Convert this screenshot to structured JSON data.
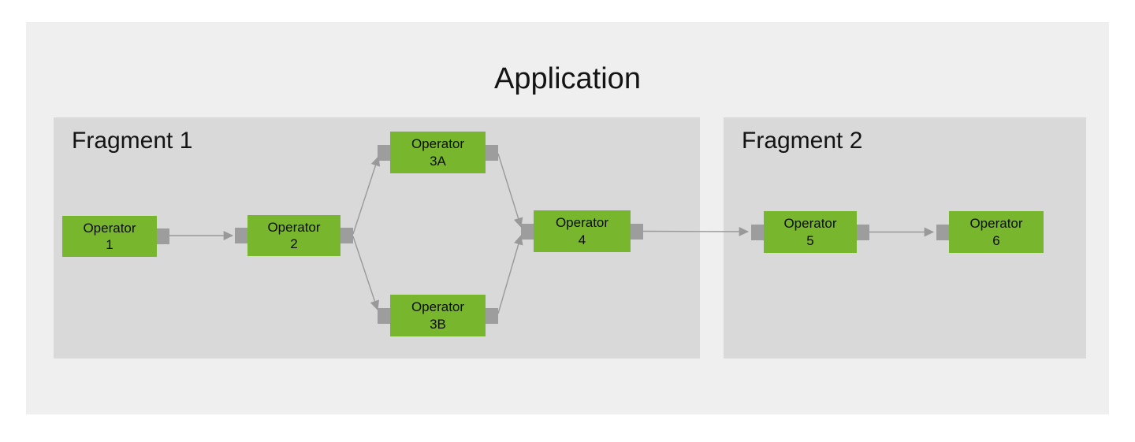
{
  "application": {
    "title": "Application",
    "fragments": [
      {
        "label": "Fragment 1",
        "operators": [
          {
            "line1": "Operator",
            "line2": "1"
          },
          {
            "line1": "Operator",
            "line2": "2"
          },
          {
            "line1": "Operator",
            "line2": "3A"
          },
          {
            "line1": "Operator",
            "line2": "3B"
          },
          {
            "line1": "Operator",
            "line2": "4"
          }
        ]
      },
      {
        "label": "Fragment 2",
        "operators": [
          {
            "line1": "Operator",
            "line2": "5"
          },
          {
            "line1": "Operator",
            "line2": "6"
          }
        ]
      }
    ]
  },
  "connections": [
    {
      "from": "Operator 1",
      "to": "Operator 2"
    },
    {
      "from": "Operator 2",
      "to": "Operator 3A"
    },
    {
      "from": "Operator 2",
      "to": "Operator 3B"
    },
    {
      "from": "Operator 3A",
      "to": "Operator 4"
    },
    {
      "from": "Operator 3B",
      "to": "Operator 4"
    },
    {
      "from": "Operator 4",
      "to": "Operator 5"
    },
    {
      "from": "Operator 5",
      "to": "Operator 6"
    }
  ],
  "colors": {
    "page_background": "#ffffff",
    "application_background": "#efefef",
    "fragment_background": "#d9d9d9",
    "operator_green": "#78b62e",
    "port_gray": "#9d9d9d",
    "wire_gray": "#999999",
    "text": "#141414"
  }
}
